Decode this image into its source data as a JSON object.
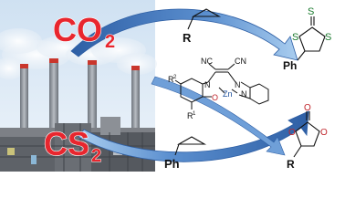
{
  "graphic": {
    "kind": "graphical-abstract",
    "colors": {
      "co2": "#e8262e",
      "cs2": "#e8262e",
      "arrow_blue": "#3d72b8",
      "arrow_light": "#9cc3e8",
      "sky_top": "#cfe1f2",
      "sky_bottom": "#eef4fa",
      "metal": "#8a8f96",
      "red_stripe": "#c9362c"
    }
  },
  "labels": {
    "co2_main": "CO",
    "co2_sub": "2",
    "cs2_main": "CS",
    "cs2_sub": "2"
  },
  "catalyst": {
    "nc_left": "NC",
    "cn_right": "CN",
    "n_left": "N",
    "n_right": "N",
    "r2": "R",
    "r2_sup": "2",
    "o": "O",
    "zn": "Zn",
    "n_pyr": "N",
    "r1": "R",
    "r1_sup": "1"
  },
  "molecules": {
    "epoxide_top_r": "R",
    "trithiocarbonate_s_exo": "S",
    "trithiocarbonate_s_left": "S",
    "trithiocarbonate_s_right": "S",
    "trithiocarbonate_ph": "Ph",
    "carbonate_o_exo": "O",
    "carbonate_o_left": "O",
    "carbonate_o_right": "O",
    "carbonate_r": "R",
    "epoxide_bottom_ph": "Ph"
  }
}
